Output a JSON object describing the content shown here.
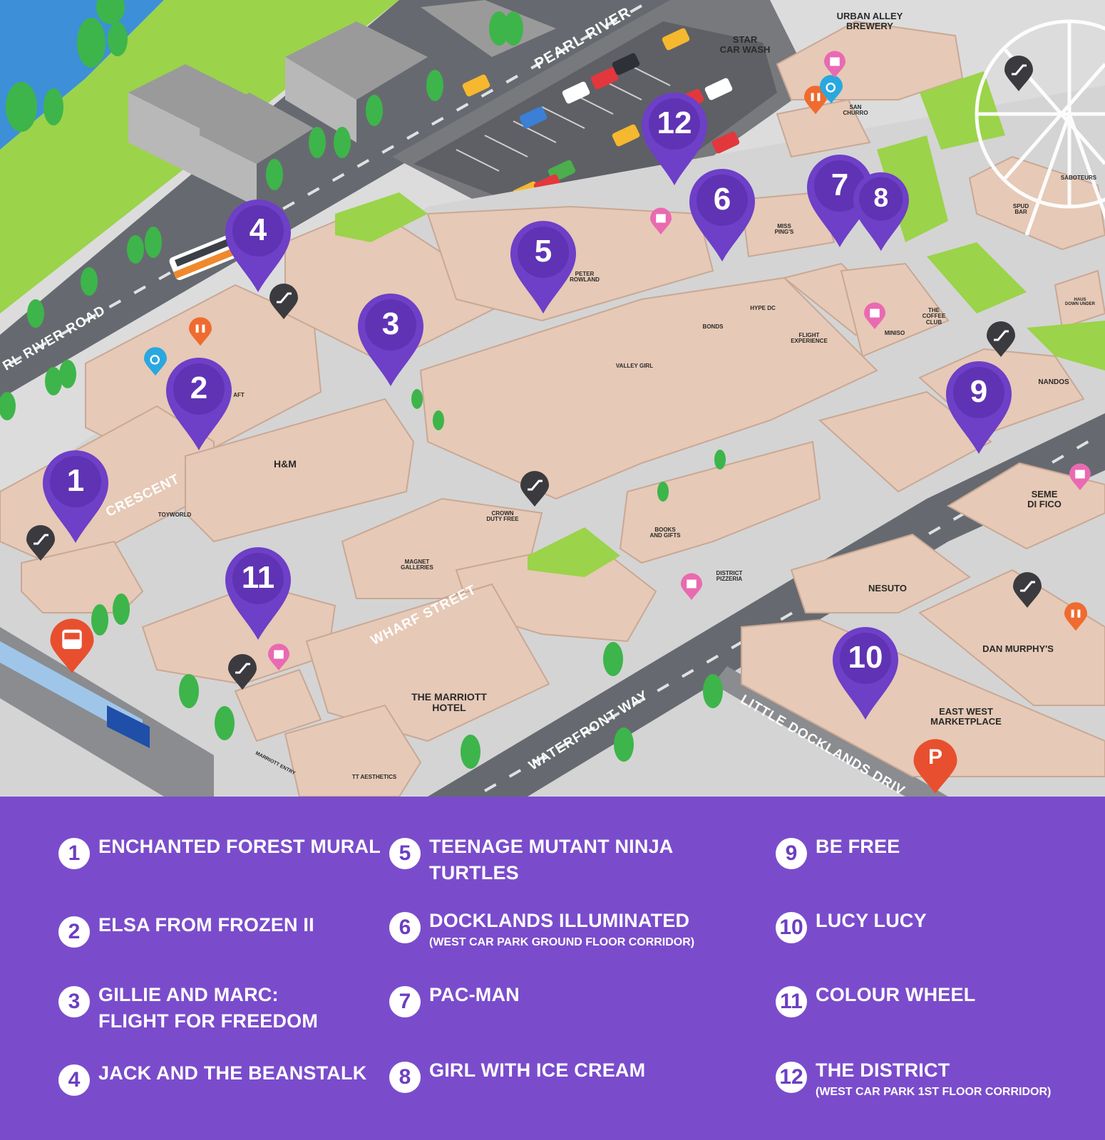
{
  "colors": {
    "pin_purple": "#6e3fc7",
    "pin_purple_dark": "#5f33b4",
    "legend_bg": "#7a4ccc",
    "building": "#e6c9b6",
    "building_side": "#c9a894",
    "road": "#666a70",
    "ground": "#dcdcdc",
    "grass": "#9bd34a",
    "water": "#3d8fd8",
    "tree": "#3db54a",
    "facility_dark": "#3b3b3f",
    "toilet_orange": "#ef6b2f",
    "accessible_blue": "#29a8e0",
    "atm_pink": "#e96ab0",
    "train_red": "#e84f2e",
    "parking_red": "#e84f2e"
  },
  "map": {
    "roads": {
      "pearl_river_top": "PEARL RIVER",
      "pearl_river_road": "RL RIVER ROAD",
      "crescent": "CRESCENT",
      "wharf_street": "WHARF STREET",
      "waterfront_way": "WATERFRONT WAY",
      "little_docklands_drive": "LITTLE DOCKLANDS DRIV"
    },
    "stores": {
      "urban_alley_brewery": "URBAN ALLEY\nBREWERY",
      "star_car_wash": "STAR\nCAR WASH",
      "san_churro": "SAN\nCHURRO",
      "saboteurs": "SABOTEURS",
      "spud_bar": "SPUD\nBAR",
      "miss_pings": "MISS\nPING'S",
      "peter_rowland": "PETER\nROWLAND",
      "hype_dc": "HYPE DC",
      "bonds": "BONDS",
      "flight_experience": "FLIGHT\nEXPERIENCE",
      "the_coffee_club": "THE\nCOFFEE\nCLUB",
      "miniso": "MINISO",
      "haus_down_under": "HAUS\nDOWN UNDER",
      "valley_girl": "VALLEY GIRL",
      "nandos": "NANDOS",
      "craft": "AFT",
      "h_and_m": "H&M",
      "toyworld": "TOYWORLD",
      "crown_duty_free": "CROWN\nDUTY FREE",
      "magnet_galleries": "MAGNET\nGALLERIES",
      "books_and_gifts": "BOOKS\nAND GIFTS",
      "district_pizzeria": "DISTRICT\nPIZZERIA",
      "seme_di_fico": "SEME\nDI FICO",
      "nesuto": "NESUTO",
      "dan_murphys": "DAN MURPHY'S",
      "the_marriott_hotel": "THE MARRIOTT\nHOTEL",
      "marriott_entry": "MARRIOTT ENTRY",
      "tt_aesthetics": "TT AESTHETICS",
      "east_west_marketplace": "EAST WEST\nMARKETPLACE"
    },
    "parking_label": "P",
    "markers": [
      "1",
      "2",
      "3",
      "4",
      "5",
      "6",
      "7",
      "8",
      "9",
      "10",
      "11",
      "12"
    ]
  },
  "legend": [
    {
      "num": "1",
      "title": "ENCHANTED FOREST MURAL",
      "sub": ""
    },
    {
      "num": "2",
      "title": "ELSA FROM FROZEN II",
      "sub": ""
    },
    {
      "num": "3",
      "title": "GILLIE AND MARC:\nFLIGHT FOR FREEDOM",
      "sub": ""
    },
    {
      "num": "4",
      "title": "JACK AND THE BEANSTALK",
      "sub": ""
    },
    {
      "num": "5",
      "title": "TEENAGE MUTANT NINJA TURTLES",
      "sub": ""
    },
    {
      "num": "6",
      "title": "DOCKLANDS ILLUMINATED",
      "sub": "(WEST CAR PARK GROUND FLOOR CORRIDOR)"
    },
    {
      "num": "7",
      "title": "PAC-MAN",
      "sub": ""
    },
    {
      "num": "8",
      "title": "GIRL WITH ICE CREAM",
      "sub": ""
    },
    {
      "num": "9",
      "title": "BE FREE",
      "sub": ""
    },
    {
      "num": "10",
      "title": "LUCY LUCY",
      "sub": ""
    },
    {
      "num": "11",
      "title": "COLOUR WHEEL",
      "sub": ""
    },
    {
      "num": "12",
      "title": "THE DISTRICT",
      "sub": "(WEST CAR PARK 1ST FLOOR CORRIDOR)"
    }
  ],
  "icons": {
    "escalator": "escalator-icon",
    "toilet": "toilet-icon",
    "accessible": "accessible-icon",
    "atm": "atm-icon",
    "train": "train-icon",
    "parking": "parking-icon",
    "tree": "tree-icon",
    "ferris_wheel": "ferris-wheel-icon"
  }
}
